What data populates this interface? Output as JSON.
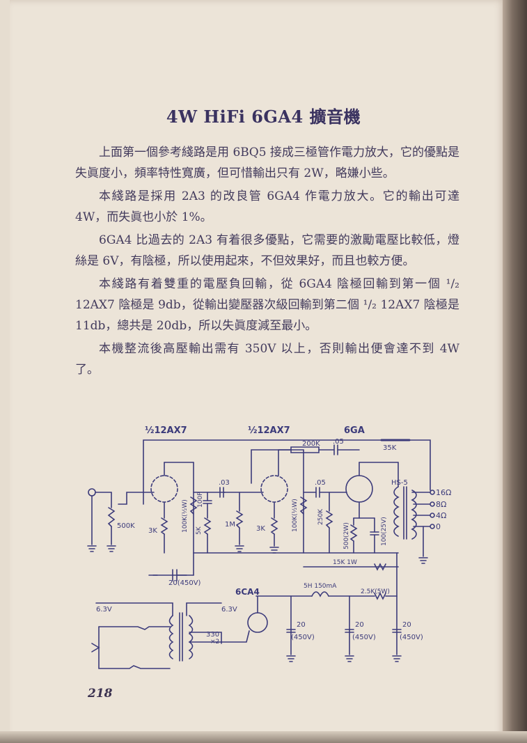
{
  "title": "4W HiFi 6GA4 擴音機",
  "paragraphs": [
    "上面第一個參考綫路是用 6BQ5 接成三極管作電力放大，它的優點是失眞度小，頻率特性寬廣，但可惜輸出只有 2W，略嫌小些。",
    "本綫路是採用 2A3 的改良管 6GA4 作電力放大。它的輸出可達 4W，而失眞也小於 1%。",
    "6GA4 比過去的 2A3 有着很多優點，它需要的激勵電壓比較低，燈絲是 6V，有陰極，所以使用起來，不但效果好，而且也較方便。",
    "本綫路有着雙重的電壓負回輸，從 6GA4 陰極回輸到第一個 ¹/₂ 12AX7 陰極是 9db，從輸出變壓器次級回輸到第二個 ¹/₂ 12AX7 陰極是 11db，總共是 20db，所以失眞度減至最小。",
    "本機整流後高壓輸出需有 350V 以上，否則輸出便會達不到 4W 了。"
  ],
  "schematic": {
    "tube1": "½12AX7",
    "tube2": "½12AX7",
    "tube3": "6GA",
    "rectifier": "6CA4",
    "fb_r": "200K",
    "fb_c": ".05",
    "fb_r2": "35K",
    "output_xfmr": "HS-5",
    "out_16": "16Ω",
    "out_8": "8Ω",
    "out_4": "4Ω",
    "out_0": "0",
    "vol": "500K",
    "k1": "3K",
    "rl1": "100K(½W)",
    "c_100p": "100P",
    "r_5k": "5K",
    "c1": ".03",
    "r_1m": "1M",
    "k2": "3K",
    "rl2": "100K(½W)",
    "c2": ".05",
    "g3": "250K",
    "k3r": "500(2W)",
    "k3c": "100(25V)",
    "b1": "15K 1W",
    "dec_c": "20(450V)",
    "choke": "5H 150mA",
    "r_drop": "2.5K(5W)",
    "f1": "6.3V",
    "f2": "6.3V",
    "hv": "330",
    "hv2": "×2",
    "fc1": "20",
    "fc1v": "(450V)",
    "fc2": "20",
    "fc2v": "(450V)",
    "fc3": "20",
    "fc3v": "(450V)"
  },
  "page_number": "218"
}
